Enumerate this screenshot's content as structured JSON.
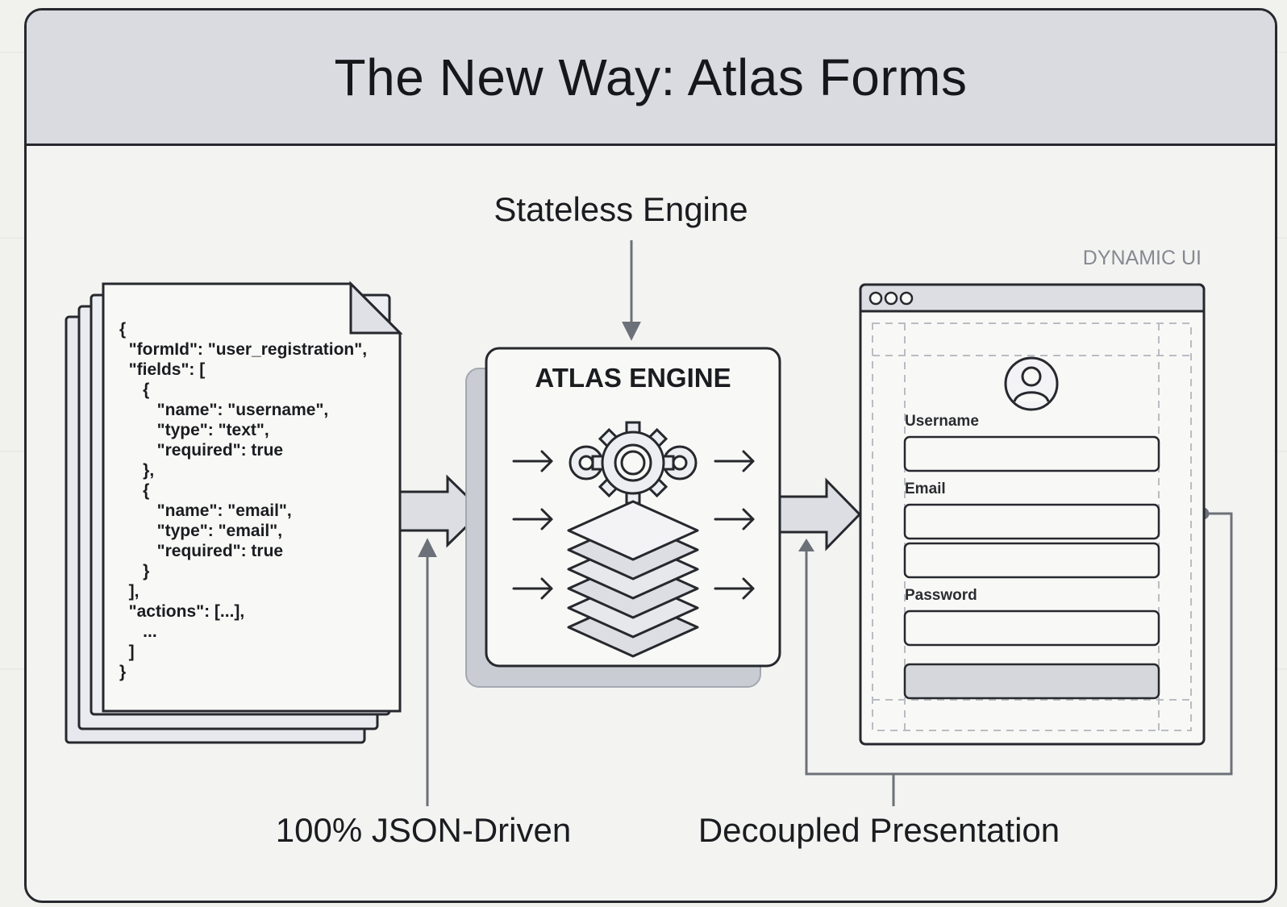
{
  "title": "The New Way: Atlas Forms",
  "labels": {
    "stateless_engine": "Stateless Engine",
    "json_driven": "100% JSON-Driven",
    "decoupled_presentation": "Decoupled Presentation",
    "dynamic_ui": "DYNAMIC UI",
    "atlas_engine": "ATLAS ENGINE"
  },
  "json_document": {
    "lines": [
      "{",
      "  \"formId\": \"user_registration\",",
      "  \"fields\": [",
      "     {",
      "        \"name\": \"username\",",
      "        \"type\": \"text\",",
      "        \"required\": true",
      "     },",
      "     {",
      "        \"name\": \"email\",",
      "        \"type\": \"email\",",
      "        \"required\": true",
      "     }",
      "  ],",
      "  \"actions\": [...],",
      "     ...",
      "  ]",
      "}"
    ]
  },
  "ui_window": {
    "controls": "ooo",
    "fields": [
      {
        "label": "Username"
      },
      {
        "label": "Email"
      },
      {
        "label": "Password"
      }
    ]
  },
  "icons": {
    "gears": "gears-icon",
    "layers": "layers-stack-icon",
    "avatar": "user-avatar-icon"
  },
  "colors": {
    "header_bg": "#d9dbe1",
    "stroke": "#26282d",
    "arrow_fill": "#dcdee3",
    "muted_text": "#858991"
  }
}
